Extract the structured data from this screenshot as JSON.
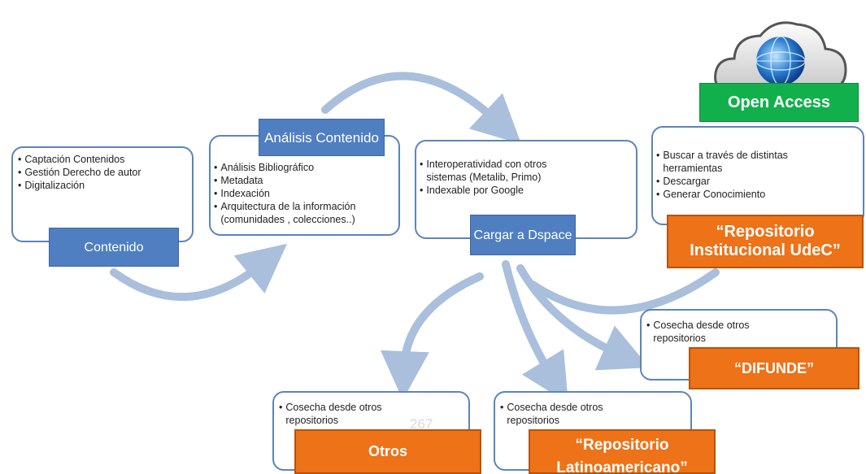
{
  "contenido": {
    "items": [
      "Captación Contenidos",
      "Gestión  Derecho de autor",
      "Digitalización"
    ],
    "label": "Contenido"
  },
  "analisis": {
    "items": [
      "Análisis Bibliográfico",
      "Metadata",
      "Indexación",
      "Arquitectura de la información (comunidades , colecciones..)"
    ],
    "label": "Análisis Contenido"
  },
  "dspace": {
    "items": [
      "Interoperatividad con otros sistemas (Metalib, Primo)",
      "Indexable por Google"
    ],
    "label": "Cargar a Dspace"
  },
  "repositorio_udec": {
    "items": [
      "Buscar a través de distintas herramientas",
      "Descargar",
      "Generar Conocimiento"
    ],
    "label": "“Repositorio Institucional UdeC”"
  },
  "open_access": {
    "label": "Open Access"
  },
  "difunde": {
    "items": [
      "Cosecha  desde otros repositorios"
    ],
    "label": "“DIFUNDE”"
  },
  "otros": {
    "items": [
      "Cosecha  desde otros repositorios"
    ],
    "label": "Otros"
  },
  "latino": {
    "items": [
      "Cosecha  desde otros repositorios"
    ],
    "label": "“Repositorio Latinoamericano”"
  },
  "page_number": "267",
  "colors": {
    "card_border": "#5b84be",
    "blue_tab": "#4f7fc1",
    "orange_tab": "#ed7218",
    "green_tab": "#12b04c",
    "arrow": "#a9bfdc"
  }
}
